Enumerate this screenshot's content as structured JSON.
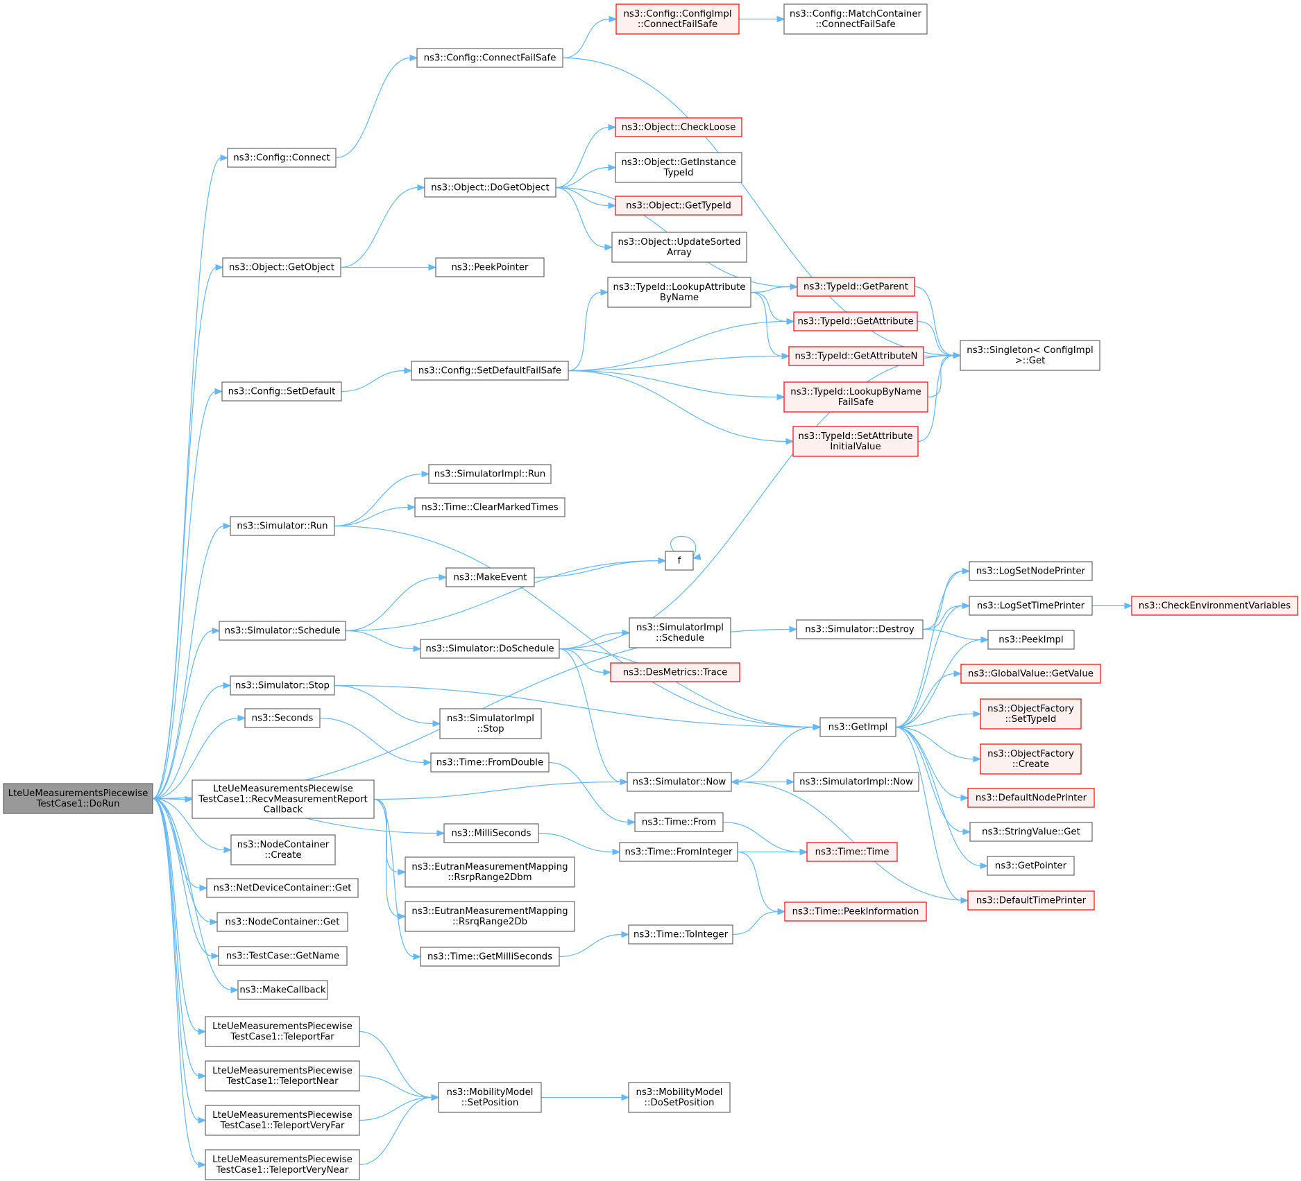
{
  "nodes": [
    {
      "id": "root",
      "lines": [
        "LteUeMeasurementsPiecewise",
        "TestCase1::DoRun"
      ],
      "style": "root"
    },
    {
      "id": "cfg_connect",
      "lines": [
        "ns3::Config::Connect"
      ]
    },
    {
      "id": "cfg_cfs",
      "lines": [
        "ns3::Config::ConnectFailSafe"
      ]
    },
    {
      "id": "cfgimpl_cfs",
      "lines": [
        "ns3::Config::ConfigImpl",
        "::ConnectFailSafe"
      ],
      "style": "red"
    },
    {
      "id": "matchc_cfs",
      "lines": [
        "ns3::Config::MatchContainer",
        "::ConnectFailSafe"
      ]
    },
    {
      "id": "singleton_get",
      "lines": [
        "ns3::Singleton< ConfigImpl",
        ">::Get"
      ]
    },
    {
      "id": "obj_getobject",
      "lines": [
        "ns3::Object::GetObject"
      ]
    },
    {
      "id": "obj_dogetobject",
      "lines": [
        "ns3::Object::DoGetObject"
      ]
    },
    {
      "id": "obj_checkloose",
      "lines": [
        "ns3::Object::CheckLoose"
      ],
      "style": "red"
    },
    {
      "id": "obj_getinstancetypeid",
      "lines": [
        "ns3::Object::GetInstance",
        "TypeId"
      ]
    },
    {
      "id": "obj_gettypeid",
      "lines": [
        "ns3::Object::GetTypeId"
      ],
      "style": "red"
    },
    {
      "id": "obj_updatesorted",
      "lines": [
        "ns3::Object::UpdateSorted",
        "Array"
      ]
    },
    {
      "id": "peekpointer",
      "lines": [
        "ns3::PeekPointer"
      ]
    },
    {
      "id": "tid_lookupattr",
      "lines": [
        "ns3::TypeId::LookupAttribute",
        "ByName"
      ]
    },
    {
      "id": "tid_getparent",
      "lines": [
        "ns3::TypeId::GetParent"
      ],
      "style": "red"
    },
    {
      "id": "tid_getattribute",
      "lines": [
        "ns3::TypeId::GetAttribute"
      ],
      "style": "red"
    },
    {
      "id": "tid_getattributen",
      "lines": [
        "ns3::TypeId::GetAttributeN"
      ],
      "style": "red"
    },
    {
      "id": "tid_lookupbyname",
      "lines": [
        "ns3::TypeId::LookupByName",
        "FailSafe"
      ],
      "style": "red"
    },
    {
      "id": "tid_setattrinit",
      "lines": [
        "ns3::TypeId::SetAttribute",
        "InitialValue"
      ],
      "style": "red"
    },
    {
      "id": "cfg_setdefault",
      "lines": [
        "ns3::Config::SetDefault"
      ]
    },
    {
      "id": "cfg_setdefaultfs",
      "lines": [
        "ns3::Config::SetDefaultFailSafe"
      ]
    },
    {
      "id": "simimpl_run",
      "lines": [
        "ns3::SimulatorImpl::Run"
      ]
    },
    {
      "id": "time_clearmarked",
      "lines": [
        "ns3::Time::ClearMarkedTimes"
      ]
    },
    {
      "id": "sim_run",
      "lines": [
        "ns3::Simulator::Run"
      ]
    },
    {
      "id": "f",
      "lines": [
        "f"
      ]
    },
    {
      "id": "makeevent",
      "lines": [
        "ns3::MakeEvent"
      ]
    },
    {
      "id": "sim_schedule",
      "lines": [
        "ns3::Simulator::Schedule"
      ]
    },
    {
      "id": "sim_doschedule",
      "lines": [
        "ns3::Simulator::DoSchedule"
      ]
    },
    {
      "id": "simimpl_schedule",
      "lines": [
        "ns3::SimulatorImpl",
        "::Schedule"
      ]
    },
    {
      "id": "desmetrics_trace",
      "lines": [
        "ns3::DesMetrics::Trace"
      ],
      "style": "red"
    },
    {
      "id": "sim_destroy",
      "lines": [
        "ns3::Simulator::Destroy"
      ]
    },
    {
      "id": "logsetnodeprinter",
      "lines": [
        "ns3::LogSetNodePrinter"
      ]
    },
    {
      "id": "logsettimeprinter",
      "lines": [
        "ns3::LogSetTimePrinter"
      ]
    },
    {
      "id": "checkenv",
      "lines": [
        "ns3::CheckEnvironmentVariables"
      ],
      "style": "red"
    },
    {
      "id": "peekimpl",
      "lines": [
        "ns3::PeekImpl"
      ]
    },
    {
      "id": "gv_getvalue",
      "lines": [
        "ns3::GlobalValue::GetValue"
      ],
      "style": "red"
    },
    {
      "id": "of_settypeid",
      "lines": [
        "ns3::ObjectFactory",
        "::SetTypeId"
      ],
      "style": "red"
    },
    {
      "id": "of_create",
      "lines": [
        "ns3::ObjectFactory",
        "::Create"
      ],
      "style": "red"
    },
    {
      "id": "defaultnodeprinter",
      "lines": [
        "ns3::DefaultNodePrinter"
      ],
      "style": "red"
    },
    {
      "id": "stringvalue_get",
      "lines": [
        "ns3::StringValue::Get"
      ]
    },
    {
      "id": "getpointer",
      "lines": [
        "ns3::GetPointer"
      ]
    },
    {
      "id": "defaulttimeprinter",
      "lines": [
        "ns3::DefaultTimePrinter"
      ],
      "style": "red"
    },
    {
      "id": "getimpl",
      "lines": [
        "ns3::GetImpl"
      ]
    },
    {
      "id": "sim_stop",
      "lines": [
        "ns3::Simulator::Stop"
      ]
    },
    {
      "id": "simimpl_stop",
      "lines": [
        "ns3::SimulatorImpl",
        "::Stop"
      ]
    },
    {
      "id": "seconds",
      "lines": [
        "ns3::Seconds"
      ]
    },
    {
      "id": "time_fromdouble",
      "lines": [
        "ns3::Time::FromDouble"
      ]
    },
    {
      "id": "sim_now",
      "lines": [
        "ns3::Simulator::Now"
      ]
    },
    {
      "id": "simimpl_now",
      "lines": [
        "ns3::SimulatorImpl::Now"
      ]
    },
    {
      "id": "recvcb",
      "lines": [
        "LteUeMeasurementsPiecewise",
        "TestCase1::RecvMeasurementReport",
        "Callback"
      ]
    },
    {
      "id": "time_from",
      "lines": [
        "ns3::Time::From"
      ]
    },
    {
      "id": "milliseconds",
      "lines": [
        "ns3::MilliSeconds"
      ]
    },
    {
      "id": "time_frominteger",
      "lines": [
        "ns3::Time::FromInteger"
      ]
    },
    {
      "id": "time_time",
      "lines": [
        "ns3::Time::Time"
      ],
      "style": "red"
    },
    {
      "id": "nc_create",
      "lines": [
        "ns3::NodeContainer",
        "::Create"
      ]
    },
    {
      "id": "eutran_rsrp",
      "lines": [
        "ns3::EutranMeasurementMapping",
        "::RsrpRange2Dbm"
      ]
    },
    {
      "id": "eutran_rsrq",
      "lines": [
        "ns3::EutranMeasurementMapping",
        "::RsrqRange2Db"
      ]
    },
    {
      "id": "ndc_get",
      "lines": [
        "ns3::NetDeviceContainer::Get"
      ]
    },
    {
      "id": "time_peekinfo",
      "lines": [
        "ns3::Time::PeekInformation"
      ],
      "style": "red"
    },
    {
      "id": "nc_get",
      "lines": [
        "ns3::NodeContainer::Get"
      ]
    },
    {
      "id": "time_tointeger",
      "lines": [
        "ns3::Time::ToInteger"
      ]
    },
    {
      "id": "time_getms",
      "lines": [
        "ns3::Time::GetMilliSeconds"
      ]
    },
    {
      "id": "testcase_getname",
      "lines": [
        "ns3::TestCase::GetName"
      ]
    },
    {
      "id": "makecallback",
      "lines": [
        "ns3::MakeCallback"
      ]
    },
    {
      "id": "teleportfar",
      "lines": [
        "LteUeMeasurementsPiecewise",
        "TestCase1::TeleportFar"
      ]
    },
    {
      "id": "teleportnear",
      "lines": [
        "LteUeMeasurementsPiecewise",
        "TestCase1::TeleportNear"
      ]
    },
    {
      "id": "teleportveryfar",
      "lines": [
        "LteUeMeasurementsPiecewise",
        "TestCase1::TeleportVeryFar"
      ]
    },
    {
      "id": "teleportverynear",
      "lines": [
        "LteUeMeasurementsPiecewise",
        "TestCase1::TeleportVeryNear"
      ]
    },
    {
      "id": "mm_setposition",
      "lines": [
        "ns3::MobilityModel",
        "::SetPosition"
      ]
    },
    {
      "id": "mm_dosetposition",
      "lines": [
        "ns3::MobilityModel",
        "::DoSetPosition"
      ]
    }
  ],
  "edges": [
    [
      "root",
      "cfg_connect"
    ],
    [
      "root",
      "obj_getobject"
    ],
    [
      "root",
      "cfg_setdefault"
    ],
    [
      "root",
      "sim_destroy"
    ],
    [
      "root",
      "sim_run"
    ],
    [
      "root",
      "sim_schedule"
    ],
    [
      "root",
      "sim_stop"
    ],
    [
      "root",
      "seconds"
    ],
    [
      "root",
      "milliseconds"
    ],
    [
      "root",
      "recvcb"
    ],
    [
      "root",
      "nc_create"
    ],
    [
      "root",
      "ndc_get"
    ],
    [
      "root",
      "nc_get"
    ],
    [
      "root",
      "testcase_getname"
    ],
    [
      "root",
      "makecallback"
    ],
    [
      "root",
      "teleportfar"
    ],
    [
      "root",
      "teleportnear"
    ],
    [
      "root",
      "teleportveryfar"
    ],
    [
      "root",
      "teleportverynear"
    ],
    [
      "cfg_connect",
      "cfg_cfs"
    ],
    [
      "cfg_cfs",
      "cfgimpl_cfs"
    ],
    [
      "cfg_cfs",
      "singleton_get"
    ],
    [
      "cfgimpl_cfs",
      "matchc_cfs"
    ],
    [
      "obj_getobject",
      "obj_dogetobject"
    ],
    [
      "obj_getobject",
      "peekpointer"
    ],
    [
      "obj_dogetobject",
      "obj_checkloose"
    ],
    [
      "obj_dogetobject",
      "obj_getinstancetypeid"
    ],
    [
      "obj_dogetobject",
      "obj_gettypeid"
    ],
    [
      "obj_dogetobject",
      "obj_updatesorted"
    ],
    [
      "obj_dogetobject",
      "tid_getparent"
    ],
    [
      "tid_lookupattr",
      "tid_getparent"
    ],
    [
      "tid_lookupattr",
      "tid_getattribute"
    ],
    [
      "tid_lookupattr",
      "tid_getattributen"
    ],
    [
      "tid_getparent",
      "singleton_get"
    ],
    [
      "tid_getattribute",
      "singleton_get"
    ],
    [
      "tid_getattributen",
      "singleton_get"
    ],
    [
      "tid_lookupbyname",
      "singleton_get"
    ],
    [
      "tid_setattrinit",
      "singleton_get"
    ],
    [
      "cfg_setdefault",
      "cfg_setdefaultfs"
    ],
    [
      "cfg_setdefaultfs",
      "tid_lookupattr"
    ],
    [
      "cfg_setdefaultfs",
      "tid_getattribute"
    ],
    [
      "cfg_setdefaultfs",
      "tid_getattributen"
    ],
    [
      "cfg_setdefaultfs",
      "tid_lookupbyname"
    ],
    [
      "cfg_setdefaultfs",
      "tid_setattrinit"
    ],
    [
      "sim_run",
      "simimpl_run"
    ],
    [
      "sim_run",
      "time_clearmarked"
    ],
    [
      "sim_run",
      "getimpl"
    ],
    [
      "sim_schedule",
      "makeevent"
    ],
    [
      "sim_schedule",
      "f"
    ],
    [
      "sim_schedule",
      "sim_doschedule"
    ],
    [
      "makeevent",
      "f"
    ],
    [
      "f",
      "f"
    ],
    [
      "sim_doschedule",
      "singleton_get"
    ],
    [
      "sim_doschedule",
      "simimpl_schedule"
    ],
    [
      "sim_doschedule",
      "desmetrics_trace"
    ],
    [
      "sim_doschedule",
      "getimpl"
    ],
    [
      "sim_doschedule",
      "sim_now"
    ],
    [
      "sim_destroy",
      "logsetnodeprinter"
    ],
    [
      "sim_destroy",
      "logsettimeprinter"
    ],
    [
      "sim_destroy",
      "peekimpl"
    ],
    [
      "logsettimeprinter",
      "checkenv"
    ],
    [
      "getimpl",
      "logsetnodeprinter"
    ],
    [
      "getimpl",
      "logsettimeprinter"
    ],
    [
      "getimpl",
      "peekimpl"
    ],
    [
      "getimpl",
      "gv_getvalue"
    ],
    [
      "getimpl",
      "of_settypeid"
    ],
    [
      "getimpl",
      "of_create"
    ],
    [
      "getimpl",
      "defaultnodeprinter"
    ],
    [
      "getimpl",
      "stringvalue_get"
    ],
    [
      "getimpl",
      "getpointer"
    ],
    [
      "getimpl",
      "defaulttimeprinter"
    ],
    [
      "defaulttimeprinter",
      "sim_now"
    ],
    [
      "sim_stop",
      "simimpl_stop"
    ],
    [
      "sim_stop",
      "getimpl"
    ],
    [
      "seconds",
      "time_fromdouble"
    ],
    [
      "time_fromdouble",
      "time_from"
    ],
    [
      "time_from",
      "time_time"
    ],
    [
      "sim_now",
      "getimpl"
    ],
    [
      "sim_now",
      "simimpl_now"
    ],
    [
      "recvcb",
      "sim_now"
    ],
    [
      "recvcb",
      "eutran_rsrp"
    ],
    [
      "recvcb",
      "eutran_rsrq"
    ],
    [
      "recvcb",
      "time_getms"
    ],
    [
      "milliseconds",
      "time_frominteger"
    ],
    [
      "time_frominteger",
      "time_time"
    ],
    [
      "time_frominteger",
      "time_peekinfo"
    ],
    [
      "time_getms",
      "time_tointeger"
    ],
    [
      "time_tointeger",
      "time_peekinfo"
    ],
    [
      "teleportfar",
      "mm_setposition"
    ],
    [
      "teleportnear",
      "mm_setposition"
    ],
    [
      "teleportveryfar",
      "mm_setposition"
    ],
    [
      "teleportverynear",
      "mm_setposition"
    ],
    [
      "mm_setposition",
      "mm_dosetposition"
    ]
  ]
}
